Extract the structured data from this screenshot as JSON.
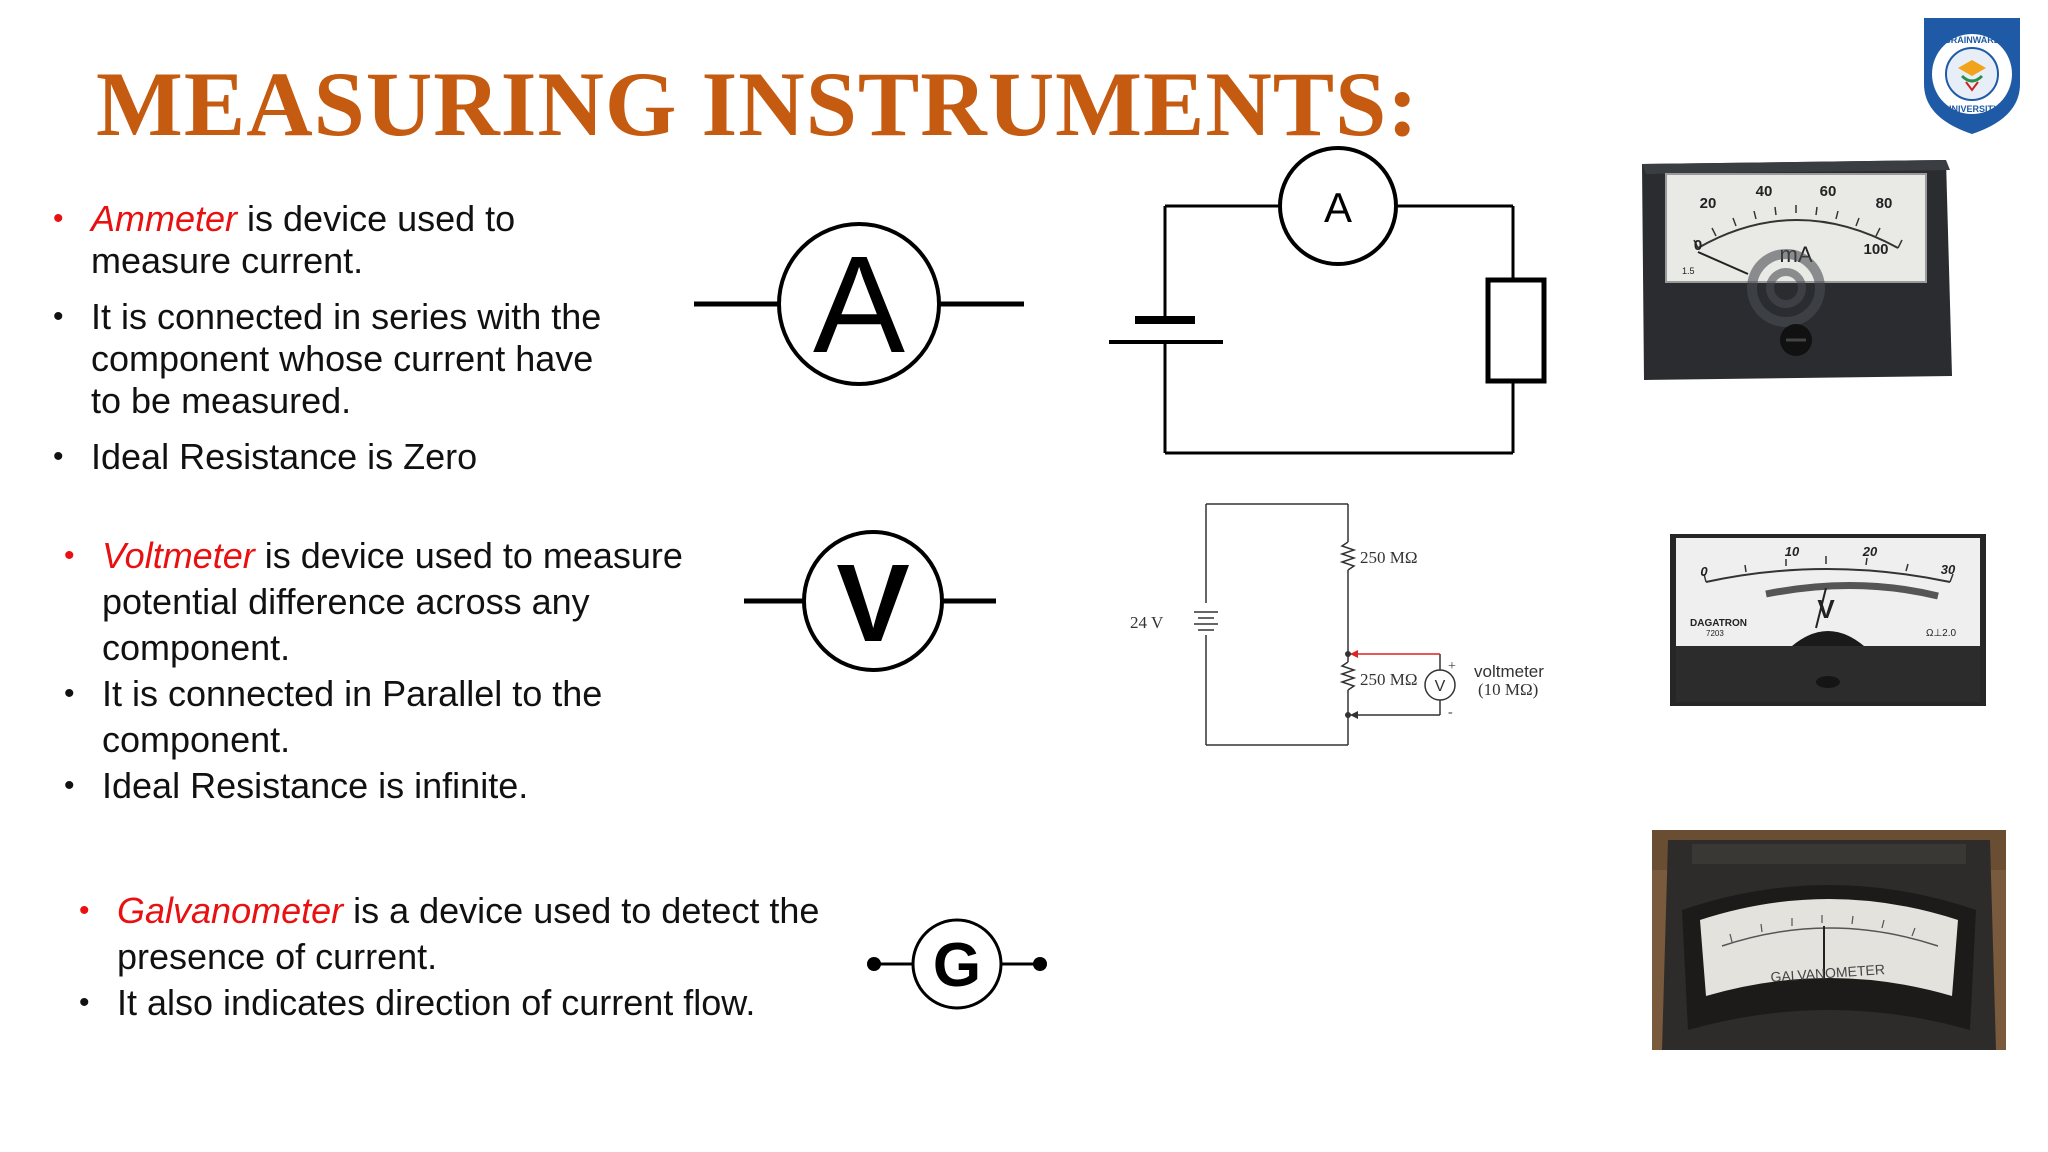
{
  "slide": {
    "title": "MEASURING INSTRUMENTS:"
  },
  "logo": {
    "text_top": "BRAINWARE",
    "text_bottom": "UNIVERSITY"
  },
  "ammeter": {
    "bullets": [
      {
        "term": "Ammeter",
        "rest": " is device used to measure current."
      },
      {
        "term": "",
        "rest": "It is connected in series with the component whose current have to be measured."
      },
      {
        "term": "",
        "rest": "Ideal Resistance is Zero"
      }
    ],
    "symbol_letter": "A",
    "circuit_meter_letter": "A",
    "meter_photo": {
      "scale": [
        "0",
        "20",
        "40",
        "60",
        "80",
        "100"
      ],
      "unit": "mA",
      "small_mark": "1.5"
    }
  },
  "voltmeter": {
    "bullets": [
      {
        "term": "Voltmeter",
        "rest": " is device used to measure potential difference across any component."
      },
      {
        "term": "",
        "rest": "It is connected in Parallel to the component."
      },
      {
        "term": "",
        "rest": "Ideal Resistance is infinite."
      }
    ],
    "symbol_letter": "V",
    "circuit": {
      "source": "24 V",
      "r1": "250 MΩ",
      "r2": "250 MΩ",
      "meter_letter": "V",
      "meter_label": "voltmeter",
      "meter_value": "(10 MΩ)",
      "plus": "+",
      "minus": "-"
    },
    "meter_photo": {
      "scale": [
        "0",
        "10",
        "20",
        "30"
      ],
      "unit": "V",
      "brand": "DAGATRON",
      "model": "7203",
      "marks": "Ω⊥2.0"
    }
  },
  "galvanometer": {
    "bullets": [
      {
        "term": "Galvanometer",
        "rest": " is a device used to detect the presence of current."
      },
      {
        "term": "",
        "rest": "It also indicates direction of current flow."
      }
    ],
    "symbol_letter": "G",
    "meter_photo": {
      "label": "GALVANOMETER"
    }
  },
  "colors": {
    "title": "#c55a11",
    "term": "#e81010",
    "text": "#111111"
  }
}
